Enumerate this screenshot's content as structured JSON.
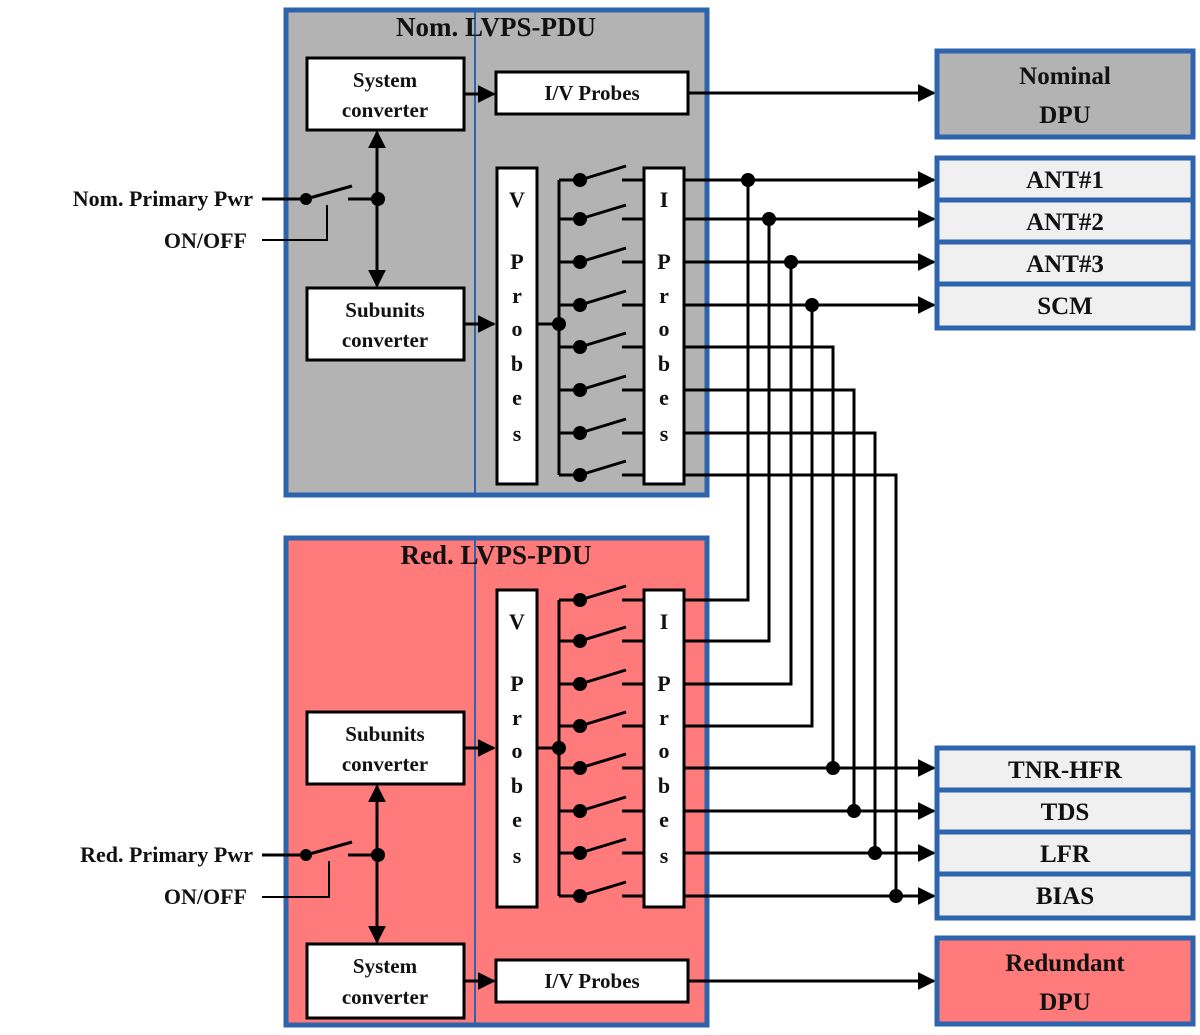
{
  "colors": {
    "nominal_fill": "#b3b3b3",
    "redundant_fill": "#ff7a7a",
    "frame_blue": "#2e63ad",
    "load_fill": "#f0f0f0"
  },
  "nominal_unit": {
    "title": "Nom. LVPS-PDU",
    "system_converter": [
      "System",
      "converter"
    ],
    "subunits_converter": [
      "Subunits",
      "converter"
    ],
    "iv_probes": "I/V Probes",
    "v_probes": [
      "V",
      "P",
      "r",
      "o",
      "b",
      "e",
      "s"
    ],
    "i_probes": [
      "I",
      "P",
      "r",
      "o",
      "b",
      "e",
      "s"
    ],
    "input_label": "Nom. Primary Pwr",
    "onoff_label": "ON/OFF"
  },
  "redundant_unit": {
    "title": "Red. LVPS-PDU",
    "system_converter": [
      "System",
      "converter"
    ],
    "subunits_converter": [
      "Subunits",
      "converter"
    ],
    "iv_probes": "I/V Probes",
    "v_probes": [
      "V",
      "P",
      "r",
      "o",
      "b",
      "e",
      "s"
    ],
    "i_probes": [
      "I",
      "P",
      "r",
      "o",
      "b",
      "e",
      "s"
    ],
    "input_label": "Red. Primary Pwr",
    "onoff_label": "ON/OFF"
  },
  "dpu": {
    "nominal": [
      "Nominal",
      "DPU"
    ],
    "redundant": [
      "Redundant",
      "DPU"
    ]
  },
  "loads_top": [
    "ANT#1",
    "ANT#2",
    "ANT#3",
    "SCM"
  ],
  "loads_bottom": [
    "TNR-HFR",
    "TDS",
    "LFR",
    "BIAS"
  ]
}
